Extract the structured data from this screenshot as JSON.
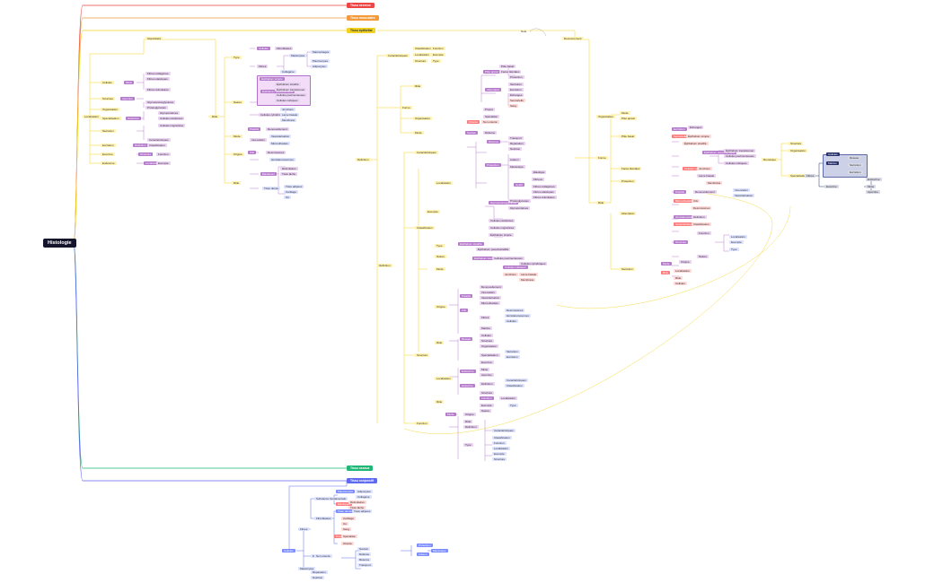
{
  "root": {
    "label": "Histologie"
  },
  "branches": {
    "nerveux": "Tissu nerveux",
    "musculaire": "Tissu musculaire",
    "epithelial": "Tissu épithélial",
    "osseux": "Tissu osseux",
    "conjonctif": "Tissu conjonctif"
  },
  "colors": {
    "nerveux": "#ee4444",
    "musculaire": "#f39b3b",
    "epithelial": "#f2d21c",
    "osseux": "#1db776",
    "conjonctif": "#5e6af0",
    "root": "#14142b"
  },
  "epithelial": {
    "glandulaire": "Glandulaire",
    "recouvrement": "Recouvrement",
    "left_items": [
      "Localisation",
      "Rôle",
      "Cellules",
      "Structure",
      "Organisation",
      "Spécialisation",
      "Sécrétion",
      "Excrétion",
      "Exocrine",
      "Endocrine",
      "Mixte",
      "Apocrine",
      "Holocrine"
    ],
    "mid_items": [
      "Définition",
      "Caractéristiques",
      "Classification",
      "Structure",
      "Fonction",
      "Localisation",
      "Exemple",
      "Type",
      "Nature",
      "Mode",
      "Origine",
      "Rôle"
    ],
    "right_top": [
      "Définition",
      "Caractéristiques",
      "Classification",
      "Fonction",
      "Localisation",
      "Exemple",
      "Structure",
      "Type",
      "Forme",
      "Rôle",
      "Organisation",
      "Mode"
    ],
    "right_items": [
      "Épithélium simple",
      "Épithélium stratifié",
      "Épithélium pseudostratifié",
      "Épithélium transitionnel",
      "Cellules pavimenteuses",
      "Cellules cubiques",
      "Cellules cylindriques",
      "Jonctions",
      "Lame basale",
      "Membrane",
      "Polarité",
      "Renouvellement",
      "Innervation",
      "Vascularisation",
      "Microvillosités",
      "Cils",
      "Desmosomes",
      "Hémidesmosomes"
    ],
    "far_right": [
      "Pôle apical",
      "Pôle basal",
      "Faces latérales",
      "Protection",
      "Absorption",
      "Sécrétion",
      "Excrétion",
      "Échanges",
      "Sensorielle"
    ]
  },
  "conjonctif": {
    "items": [
      "Cellules",
      "Fibres",
      "Substance fondamentale",
      "Fibroblastes",
      "Macrophages",
      "Mastocytes",
      "Plasmocytes",
      "Adipocytes",
      "Collagène",
      "Élastiques",
      "Réticulaires",
      "Tissu lâche",
      "Tissu dense",
      "Tissu adipeux",
      "Cartilage",
      "Os",
      "Sang",
      "Propre",
      "Spécialisé",
      "Orienté",
      "Non orienté",
      "Soutien",
      "Défense",
      "Réserve",
      "Transport",
      "Réparation",
      "Nutrition",
      "Protection",
      "Liaison",
      "Mécanique",
      "Hyalin",
      "Élastique",
      "Fibreux"
    ],
    "pink_items": [
      "Fibres collagènes",
      "Fibres élastiques",
      "Fibres réticulaires",
      "Glycosaminoglycanes",
      "Protéoglycanes",
      "Glycoprotéines",
      "Cellules résidentes",
      "Cellules migratrices"
    ],
    "right_blue": [
      "Fibres",
      "Cellules",
      "Matrice",
      "Réseau"
    ]
  },
  "top_right": {
    "label": "Remarque",
    "sub": "Note"
  }
}
